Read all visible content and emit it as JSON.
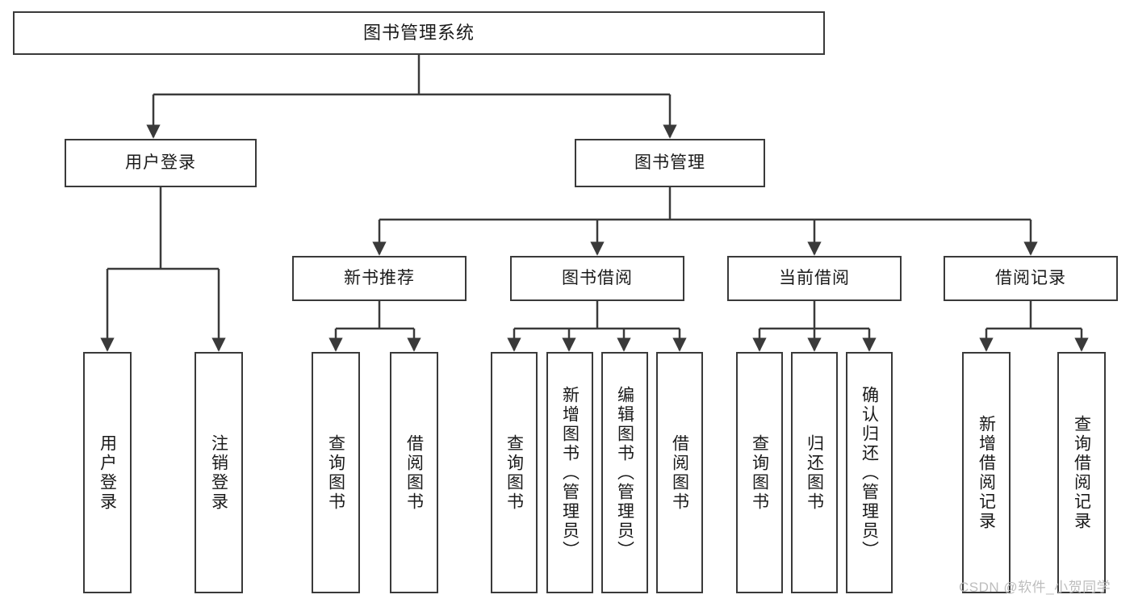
{
  "diagram": {
    "title": "图书管理系统",
    "type": "tree",
    "stroke_color": "#3a3a3a",
    "fill_color": "#ffffff",
    "text_color": "#1a1a1a",
    "nodes": {
      "root": {
        "label": "图书管理系统"
      },
      "level2": [
        {
          "label": "用户登录"
        },
        {
          "label": "图书管理"
        }
      ],
      "level3": [
        {
          "label": "新书推荐"
        },
        {
          "label": "图书借阅"
        },
        {
          "label": "当前借阅"
        },
        {
          "label": "借阅记录"
        }
      ],
      "leaves_user_login": [
        {
          "label": "用户登录"
        },
        {
          "label": "注销登录"
        }
      ],
      "leaves_new_book": [
        {
          "label": "查询图书"
        },
        {
          "label": "借阅图书"
        }
      ],
      "leaves_borrow": [
        {
          "label": "查询图书"
        },
        {
          "label": "新增图书（管理员）"
        },
        {
          "label": "编辑图书（管理员）"
        },
        {
          "label": "借阅图书"
        }
      ],
      "leaves_current": [
        {
          "label": "查询图书"
        },
        {
          "label": "归还图书"
        },
        {
          "label": "确认归还（管理员）"
        }
      ],
      "leaves_record": [
        {
          "label": "新增借阅记录"
        },
        {
          "label": "查询借阅记录"
        }
      ]
    }
  },
  "watermark": {
    "text": "CSDN @软件_小贺同学"
  }
}
